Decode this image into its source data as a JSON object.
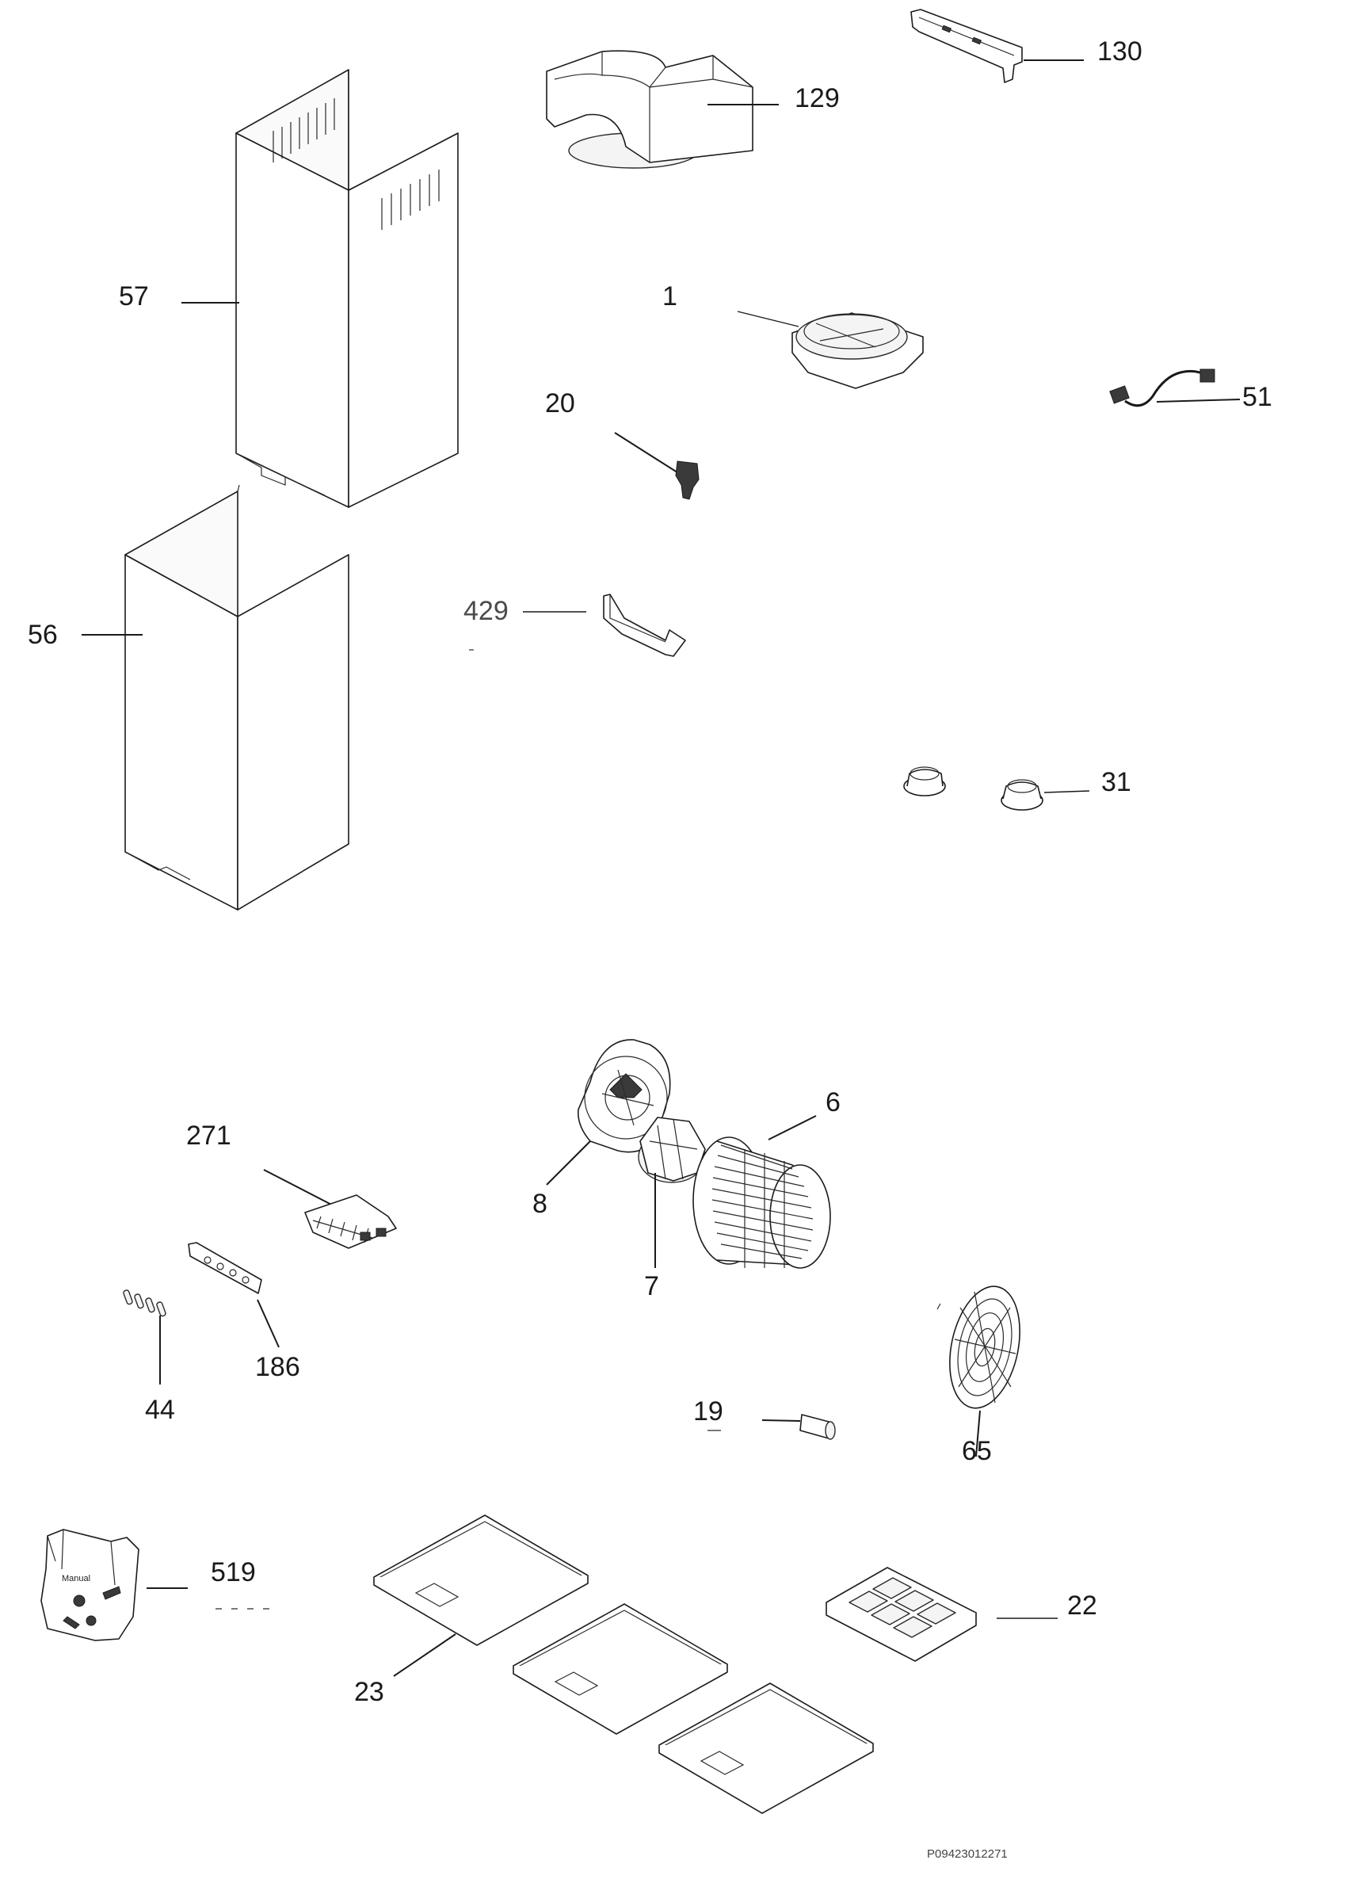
{
  "diagram": {
    "reference_code": "P09423012271",
    "callouts": [
      {
        "id": "130",
        "label": "130"
      },
      {
        "id": "129",
        "label": "129"
      },
      {
        "id": "57",
        "label": "57"
      },
      {
        "id": "1",
        "label": "1"
      },
      {
        "id": "51",
        "label": "51"
      },
      {
        "id": "20",
        "label": "20"
      },
      {
        "id": "56",
        "label": "56"
      },
      {
        "id": "429",
        "label": "429"
      },
      {
        "id": "31",
        "label": "31"
      },
      {
        "id": "6",
        "label": "6"
      },
      {
        "id": "271",
        "label": "271"
      },
      {
        "id": "8",
        "label": "8"
      },
      {
        "id": "7",
        "label": "7"
      },
      {
        "id": "186",
        "label": "186"
      },
      {
        "id": "44",
        "label": "44"
      },
      {
        "id": "19",
        "label": "19"
      },
      {
        "id": "65",
        "label": "65"
      },
      {
        "id": "519",
        "label": "519"
      },
      {
        "id": "22",
        "label": "22"
      },
      {
        "id": "23",
        "label": "23"
      }
    ],
    "bag_label": "Manual"
  }
}
